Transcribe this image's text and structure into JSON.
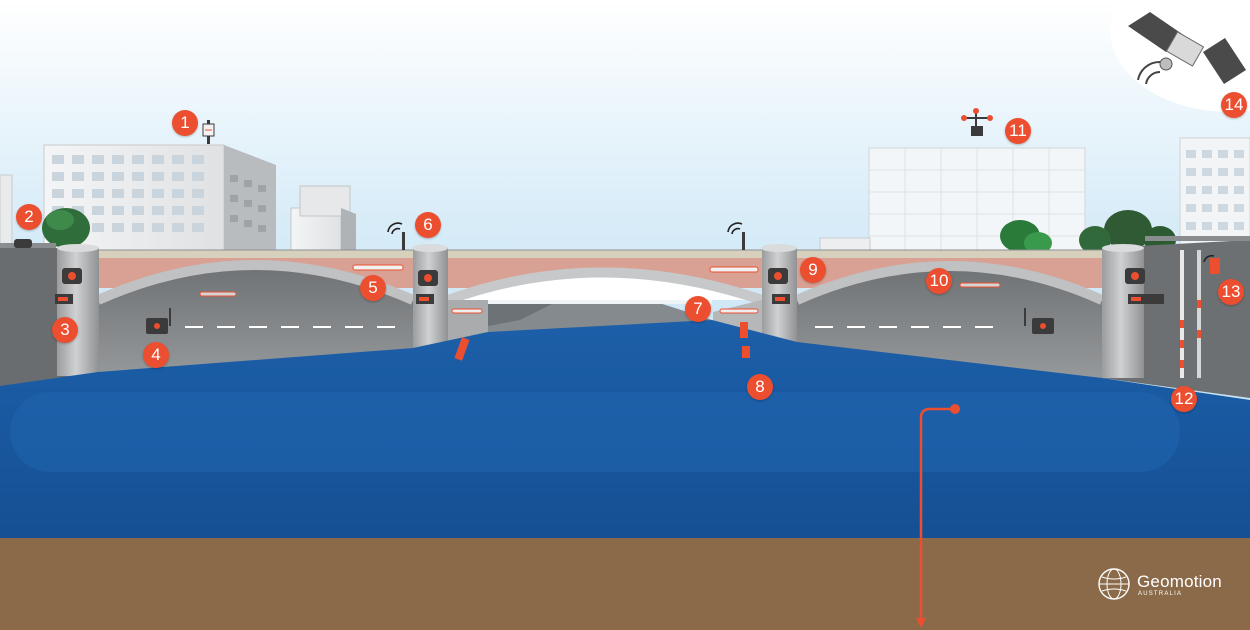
{
  "markers": [
    "1",
    "2",
    "3",
    "4",
    "5",
    "6",
    "7",
    "8",
    "9",
    "10",
    "11",
    "12",
    "13",
    "14"
  ],
  "logo": {
    "name": "Geomotion",
    "sub": "AUSTRALIA"
  },
  "colors": {
    "accent": "#ec4f30",
    "sky_top": "#d6ebf7",
    "water": "#1b5aa3",
    "soil": "#8b6a4a",
    "bridge_band": "#d9a193"
  },
  "icons": [
    "satellite-icon",
    "wireless-signal-icon",
    "weather-station-icon",
    "camera-sensor-icon",
    "tiltmeter-icon",
    "crack-meter-icon",
    "piezometer-icon"
  ]
}
